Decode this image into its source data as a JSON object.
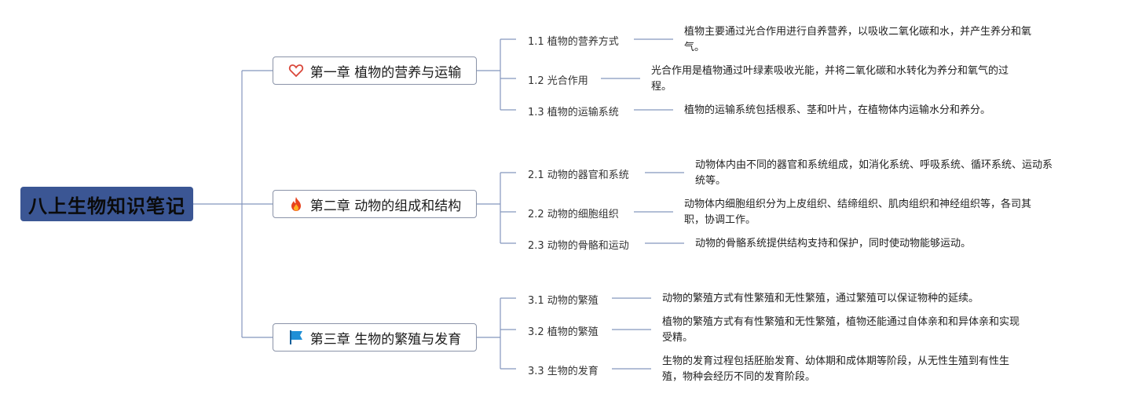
{
  "root": {
    "title": "八上生物知识笔记"
  },
  "chapters": [
    {
      "title": "第一章 植物的营养与运输",
      "icon": "heart-icon",
      "sections": [
        {
          "label": "1.1 植物的营养方式",
          "desc_line1": "植物主要通过光合作用进行自养营养，以吸收二氧化碳和水，并产生养分和氧",
          "desc_line2": "气。"
        },
        {
          "label": "1.2 光合作用",
          "desc_line1": "光合作用是植物通过叶绿素吸收光能，并将二氧化碳和水转化为养分和氧气的过",
          "desc_line2": "程。"
        },
        {
          "label": "1.3 植物的运输系统",
          "desc_line1": "植物的运输系统包括根系、茎和叶片，在植物体内运输水分和养分。",
          "desc_line2": ""
        }
      ]
    },
    {
      "title": "第二章 动物的组成和结构",
      "icon": "fire-icon",
      "sections": [
        {
          "label": "2.1 动物的器官和系统",
          "desc_line1": "动物体内由不同的器官和系统组成，如消化系统、呼吸系统、循环系统、运动系",
          "desc_line2": "统等。"
        },
        {
          "label": "2.2 动物的细胞组织",
          "desc_line1": "动物体内细胞组织分为上皮组织、结缔组织、肌肉组织和神经组织等，各司其",
          "desc_line2": "职，协调工作。"
        },
        {
          "label": "2.3 动物的骨骼和运动",
          "desc_line1": "动物的骨骼系统提供结构支持和保护，同时使动物能够运动。",
          "desc_line2": ""
        }
      ]
    },
    {
      "title": "第三章 生物的繁殖与发育",
      "icon": "flag-icon",
      "sections": [
        {
          "label": "3.1 动物的繁殖",
          "desc_line1": "动物的繁殖方式有性繁殖和无性繁殖，通过繁殖可以保证物种的延续。",
          "desc_line2": ""
        },
        {
          "label": "3.2 植物的繁殖",
          "desc_line1": "植物的繁殖方式有有性繁殖和无性繁殖，植物还能通过自体亲和和异体亲和实现",
          "desc_line2": "受精。"
        },
        {
          "label": "3.3 生物的发育",
          "desc_line1": "生物的发育过程包括胚胎发育、幼体期和成体期等阶段，从无性生殖到有性生",
          "desc_line2": "殖，物种会经历不同的发育阶段。"
        }
      ]
    }
  ],
  "colors": {
    "root_bg": "#3b5694",
    "line": "#7d8fb8",
    "heart": "#d9473a",
    "fire": "#e8421c",
    "flag": "#1f8fd6"
  }
}
